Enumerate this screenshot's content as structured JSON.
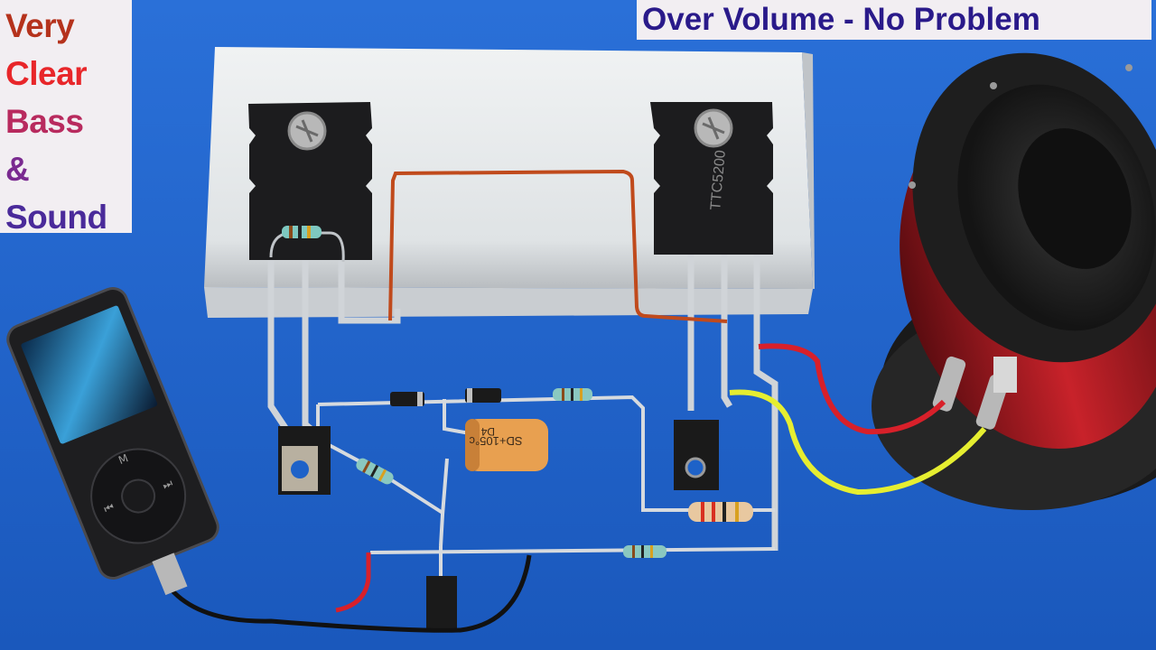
{
  "caption_left": {
    "lines": [
      {
        "text": "Very",
        "color": "#b5321c"
      },
      {
        "text": "Clear",
        "color": "#e8262a"
      },
      {
        "text": "Bass",
        "color": "#b82a5e"
      },
      {
        "text": "&",
        "color": "#7a2a90"
      },
      {
        "text": "Sound",
        "color": "#4a2a9a"
      }
    ]
  },
  "caption_top": {
    "text": "Over Volume - No Problem",
    "color": "#2a1a8a"
  },
  "components": {
    "transistor_right_marking": "TTC5200",
    "capacitor_marking": "SD+105°c",
    "capacitor_code": "D4"
  },
  "colors": {
    "background": "#1e62c8",
    "heatsink": "#e4e8ea",
    "wire_red": "#d8202a",
    "wire_yellow": "#e6ee30",
    "wire_black": "#111111",
    "copper_wire": "#c04a1c",
    "capacitor": "#e8a050"
  }
}
